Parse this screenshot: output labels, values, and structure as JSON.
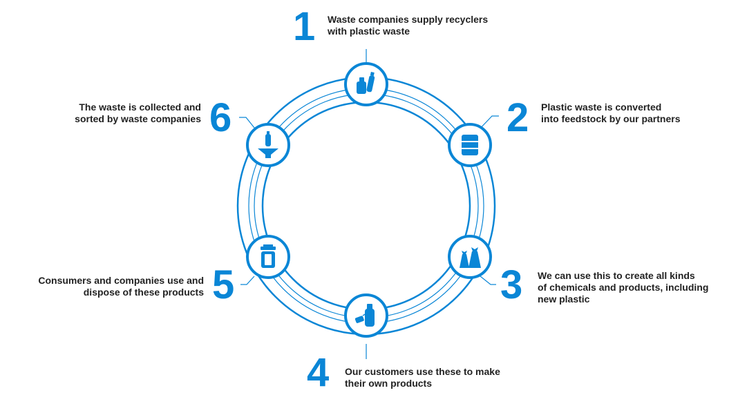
{
  "colors": {
    "accent": "#0a86d6",
    "text": "#222222",
    "background": "#ffffff"
  },
  "steps": [
    {
      "number": "1",
      "line1": "Waste companies supply recyclers",
      "line2": "with plastic waste",
      "line3": "",
      "icon": "bottles-icon"
    },
    {
      "number": "2",
      "line1": "Plastic waste is converted",
      "line2": "into feedstock by our partners",
      "line3": "",
      "icon": "barrel-icon"
    },
    {
      "number": "3",
      "line1": "We can use this to create all kinds",
      "line2": "of chemicals and products, including",
      "line3": "new plastic",
      "icon": "bags-icon"
    },
    {
      "number": "4",
      "line1": "Our customers use these to make",
      "line2": "their own products",
      "line3": "",
      "icon": "tagged-bottle-icon"
    },
    {
      "number": "5",
      "line1": "Consumers and companies use and",
      "line2": "dispose of these products",
      "line3": "",
      "icon": "bin-icon"
    },
    {
      "number": "6",
      "line1": "The waste is collected and",
      "line2": "sorted by waste companies",
      "line3": "",
      "icon": "bottle-funnel-icon"
    }
  ]
}
